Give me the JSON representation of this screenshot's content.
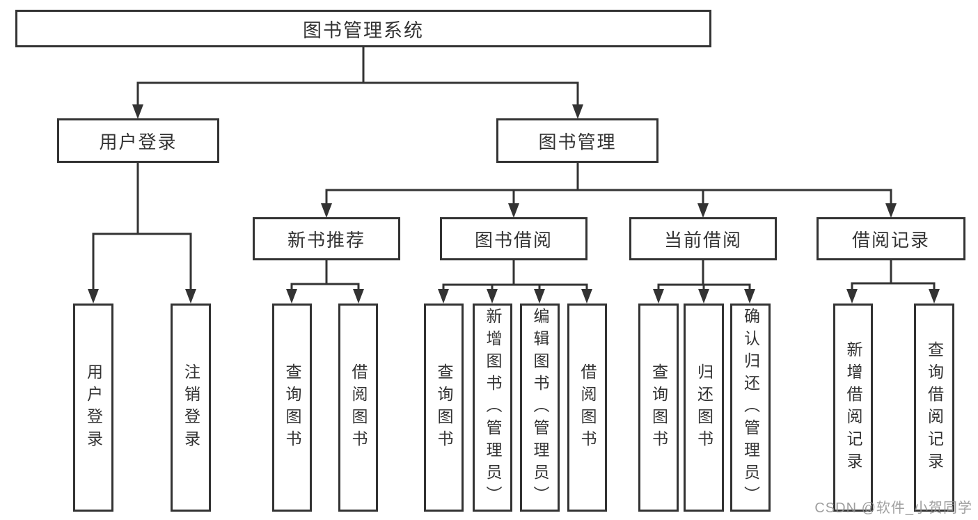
{
  "root": {
    "label": "图书管理系统"
  },
  "modules": {
    "user_login": {
      "label": "用户登录",
      "leaves": [
        "用户登录",
        "注销登录"
      ]
    },
    "book_mgmt": {
      "label": "图书管理",
      "groups": [
        {
          "label": "新书推荐",
          "leaves": [
            "查询图书",
            "借阅图书"
          ]
        },
        {
          "label": "图书借阅",
          "leaves": [
            "查询图书",
            "新增图书（管理员）",
            "编辑图书（管理员）",
            "借阅图书"
          ]
        },
        {
          "label": "当前借阅",
          "leaves": [
            "查询图书",
            "归还图书",
            "确认归还（管理员）"
          ]
        },
        {
          "label": "借阅记录",
          "leaves": [
            "新增借阅记录",
            "查询借阅记录"
          ]
        }
      ]
    }
  },
  "watermark": "CSDN @软件_小贺同学",
  "colors": {
    "line": "#333333",
    "text": "#333333",
    "background": "#ffffff",
    "watermark": "#8f8f8f"
  }
}
